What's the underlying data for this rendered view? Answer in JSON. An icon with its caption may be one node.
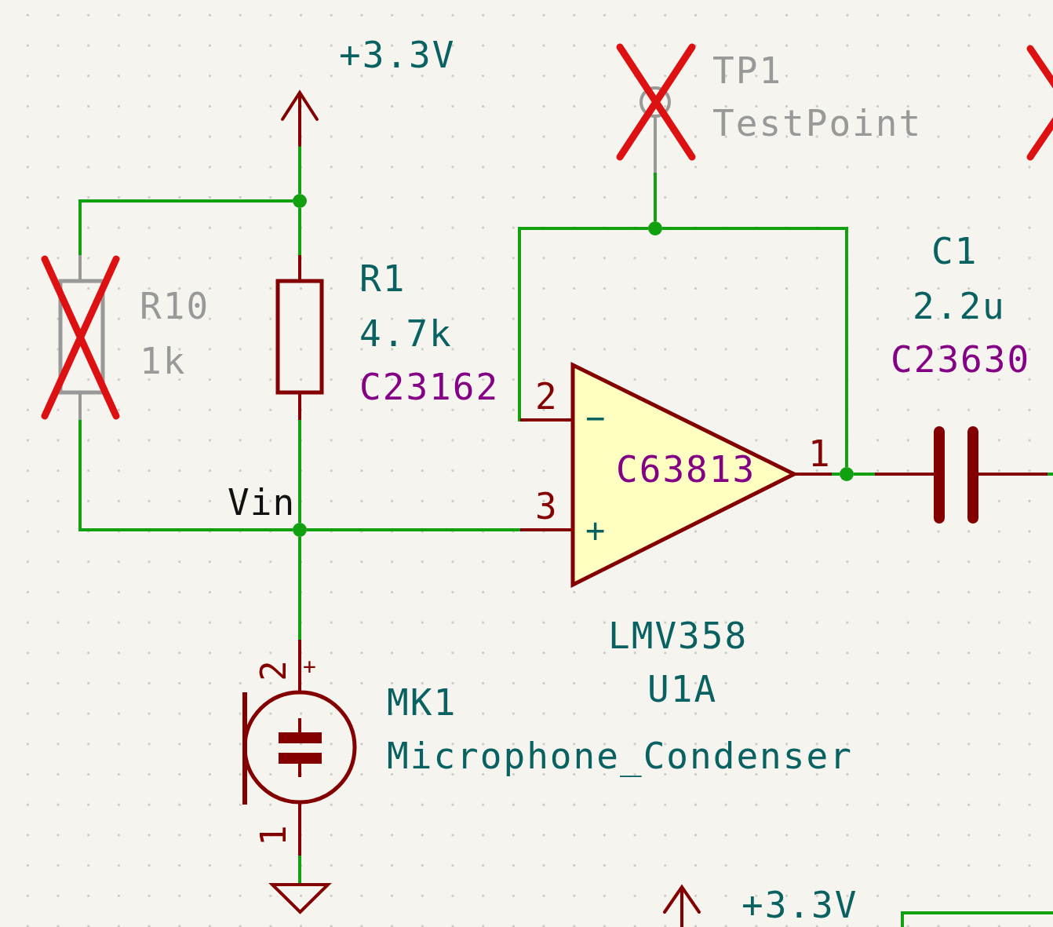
{
  "diagram": {
    "nodes": [
      {
        "text": [
          "+3.3V"
        ]
      },
      {
        "text": [
          "TP1",
          "TestPoint"
        ]
      },
      {
        "text": [
          "R10",
          "1k"
        ]
      },
      {
        "text": [
          "R1",
          "4.7k",
          "C23162"
        ]
      },
      {
        "text": [
          "C63813",
          "LMV358",
          "U1A"
        ]
      },
      {
        "text": [
          "C1",
          "2.2u",
          "C23630"
        ]
      },
      {
        "text": [
          "MK1",
          "Microphone_Condenser"
        ]
      },
      {
        "text": [],
        "shape": "triangle"
      },
      {
        "text": [],
        "shape": "circle"
      },
      {
        "text": [],
        "shape": "circle"
      },
      {
        "text": [],
        "shape": "circle"
      },
      {
        "text": [],
        "shape": "circle"
      },
      {
        "text": [
          "+3.3V"
        ]
      },
      {
        "text": [],
        "shape": "cross"
      }
    ],
    "edges": [
      {
        "from": 0,
        "to": 8,
        "arrow": "none"
      },
      {
        "from": 8,
        "to": 2,
        "arrow": "none"
      },
      {
        "from": 8,
        "to": 3,
        "arrow": "none"
      },
      {
        "from": 2,
        "to": 9,
        "arrow": "none"
      },
      {
        "from": 3,
        "to": 9,
        "arrow": "none"
      },
      {
        "from": 9,
        "to": 4,
        "arrow": "none"
      },
      {
        "from": 9,
        "to": 6,
        "arrow": "none"
      },
      {
        "from": 6,
        "to": 7,
        "arrow": "none"
      },
      {
        "from": 1,
        "to": 10,
        "arrow": "none"
      },
      {
        "from": 10,
        "to": 4,
        "arrow": "none"
      },
      {
        "from": 10,
        "to": 11,
        "arrow": "none"
      },
      {
        "from": 4,
        "to": 11,
        "arrow": "none"
      },
      {
        "from": 11,
        "to": 5,
        "arrow": "none"
      },
      {
        "from": 5,
        "to": null,
        "arrow": "none"
      }
    ],
    "labels": [
      "2",
      "−",
      "1",
      "Vin",
      "3",
      "+",
      "2",
      "+",
      "1"
    ]
  }
}
